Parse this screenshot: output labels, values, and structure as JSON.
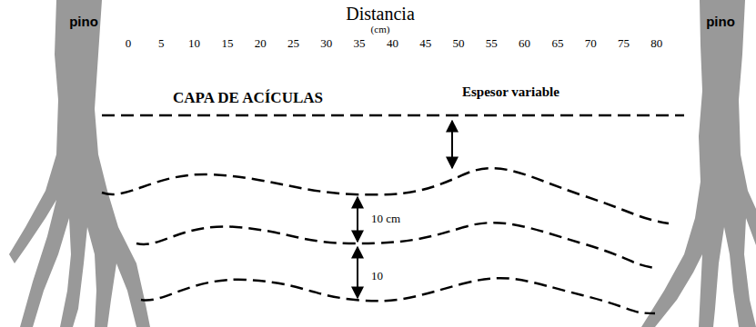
{
  "diagram": {
    "labels": [
      "pino",
      "pino",
      "Distancia",
      "(cm)",
      "0",
      "5",
      "10",
      "15",
      "20",
      "25",
      "30",
      "35",
      "40",
      "45",
      "50",
      "55",
      "60",
      "65",
      "70",
      "75",
      "80",
      "CAPA DE ACÍCULAS",
      "Espesor variable",
      "10 cm",
      "10"
    ]
  }
}
